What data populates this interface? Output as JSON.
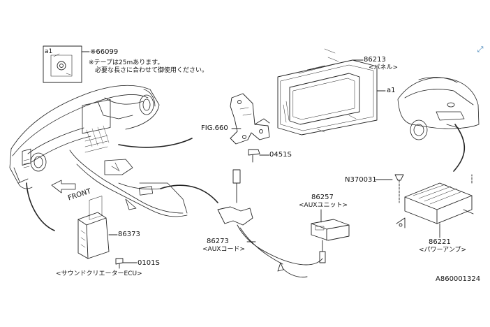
{
  "inset": {
    "tag": "a1",
    "part_number": "※66099",
    "note_line1": "※テープは25mあります。",
    "note_line2": "必要な長さに合わせて御使用ください。"
  },
  "parts": {
    "panel": {
      "number": "86213",
      "name": "<パネル>"
    },
    "panel_tag": "a1",
    "bracket_fig": "FIG.660",
    "screw_0451": "0451S",
    "nut_n370031": "N370031",
    "aux_unit": {
      "number": "86257",
      "name": "<AUXユニット>"
    },
    "power_amp": {
      "number": "86221",
      "name": "<パワーアンプ>"
    },
    "aux_cord": {
      "number": "86273",
      "name": "<AUXコード>"
    },
    "sound_ecu": {
      "number": "86373",
      "name": "<サウンドクリエーターECU>"
    },
    "screw_0101": "0101S",
    "front_arrow": "FRONT"
  },
  "diagram_id": "A860001324",
  "viewer_icon": "expand-icon"
}
